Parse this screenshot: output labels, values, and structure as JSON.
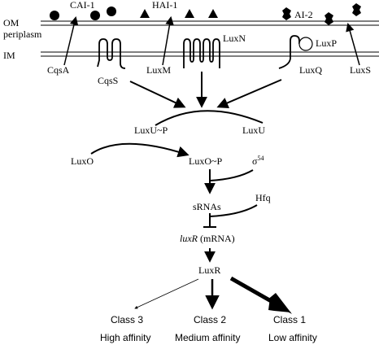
{
  "membrane": {
    "om_label": "OM",
    "periplasm_label": "periplasm",
    "im_label": "IM"
  },
  "autoinducers": {
    "cai1": "CAI-1",
    "hai1": "HAI-1",
    "ai2": "AI-2"
  },
  "proteins": {
    "cqsa": "CqsA",
    "cqss": "CqsS",
    "luxm": "LuxM",
    "luxn": "LuxN",
    "luxp": "LuxP",
    "luxq": "LuxQ",
    "luxs": "LuxS",
    "luxu_p": "LuxU~P",
    "luxu": "LuxU",
    "luxo": "LuxO",
    "luxo_p": "LuxO~P",
    "sigma": "σ",
    "sigma_sup": "54",
    "srnas": "sRNAs",
    "hfq": "Hfq",
    "luxr_gene": "luxR",
    "luxr_mrna": " (mRNA)",
    "luxr": "LuxR"
  },
  "classes": [
    {
      "label": "Class 3",
      "affinity": "High affinity"
    },
    {
      "label": "Class 2",
      "affinity": "Medium affinity"
    },
    {
      "label": "Class 1",
      "affinity": "Low affinity"
    }
  ]
}
